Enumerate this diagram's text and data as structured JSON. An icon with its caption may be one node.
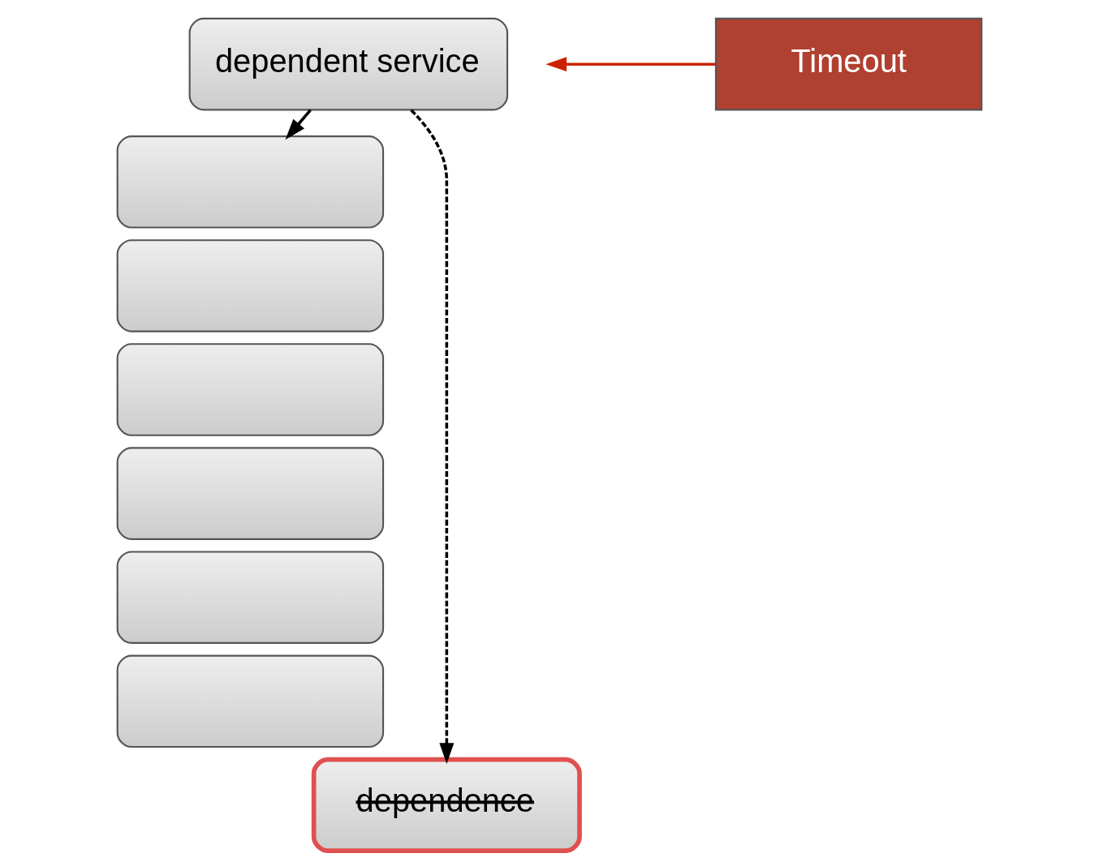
{
  "diagram": {
    "nodes": [
      {
        "text": [
          "dependent service"
        ]
      },
      {
        "text": [],
        "shape": "box"
      },
      {
        "text": [],
        "shape": "box"
      },
      {
        "text": [],
        "shape": "box"
      },
      {
        "text": [],
        "shape": "box"
      },
      {
        "text": [],
        "shape": "box"
      },
      {
        "text": [],
        "shape": "box"
      },
      {
        "text": [
          "dependence"
        ]
      },
      {
        "text": [
          "Timeout"
        ]
      }
    ],
    "edges": [
      {
        "from": 0,
        "to": 1,
        "arrow": "to"
      },
      {
        "from": 0,
        "to": 7,
        "arrow": "to",
        "style": "dashed"
      },
      {
        "from": 8,
        "to": null,
        "arrow": "to",
        "color": "#cc2200"
      }
    ]
  }
}
